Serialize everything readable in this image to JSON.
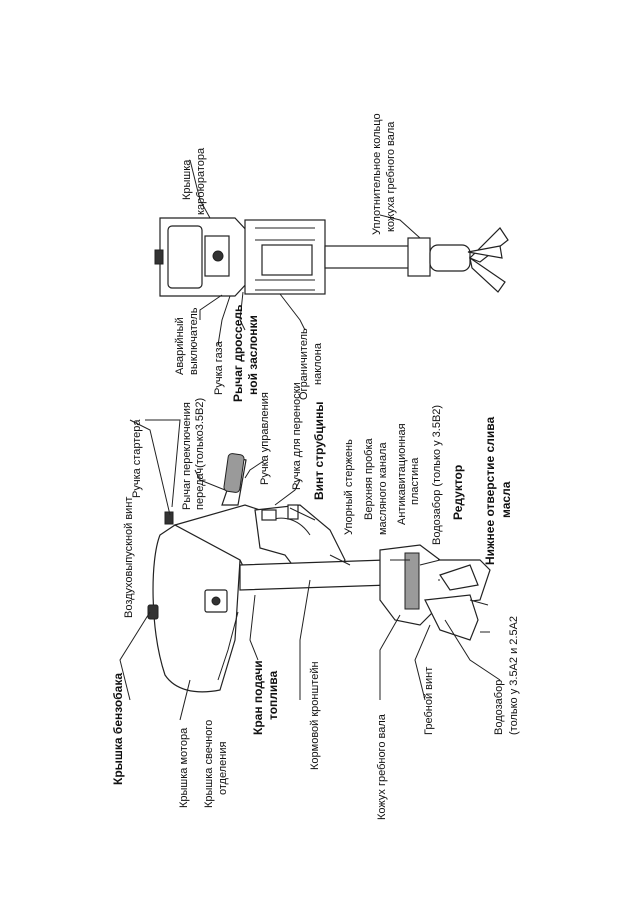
{
  "colors": {
    "ink": "#111111",
    "paper": "#ffffff",
    "shade": "#9a9a9a"
  },
  "labels": {
    "fuel_tank_cap": "Крышка бензобака",
    "air_vent_screw": "Воздуховыпускной винт",
    "starter_handle": "Ручка стартера",
    "gear_shift_lever_1": "Рычаг переключения",
    "gear_shift_lever_2": "передач(только3.5В2)",
    "tiller_handle": "Ручка управления",
    "carry_handle": "Ручка для переноски",
    "clamp_screw": "Винт струбцины",
    "thrust_rod": "Упорный стержень",
    "upper_oil_plug_1": "Верхняя пробка",
    "upper_oil_plug_2": "масляного канала",
    "anticavitation_1": "Антикавитационная",
    "anticavitation_2": "пластина",
    "water_intake_b2": "Водозабор (только у 3.5В2)",
    "gearbox": "Редуктор",
    "drain_hole_1": "Нижнее отверстие слива",
    "drain_hole_2": "масла",
    "water_intake_a2_1": "Водозабор",
    "water_intake_a2_2": "(только у 3.5А2 и 2.5А2",
    "propeller": "Гребной винт",
    "shaft_housing": "Кожух гребного вала",
    "transom_bracket": "Кормовой кронштейн",
    "fuel_cock_1": "Кран подачи",
    "fuel_cock_2": "топлива",
    "spark_cover_1": "Крышка свечного",
    "spark_cover_2": "отделения",
    "motor_cover": "Крышка мотора",
    "emergency_switch_1": "Аварийный",
    "emergency_switch_2": "выключатель",
    "throttle_handle": "Ручка газа",
    "choke_lever_1": "Рычаг дроссель",
    "choke_lever_2": "ной заслонки",
    "tilt_limiter_1": "Ограничитель",
    "tilt_limiter_2": "наклона",
    "carb_cover_1": "Крышка",
    "carb_cover_2": "карбюратора",
    "seal_ring_1": "Уплотнительное кольцо",
    "seal_ring_2": "кожуха гребного вала"
  }
}
